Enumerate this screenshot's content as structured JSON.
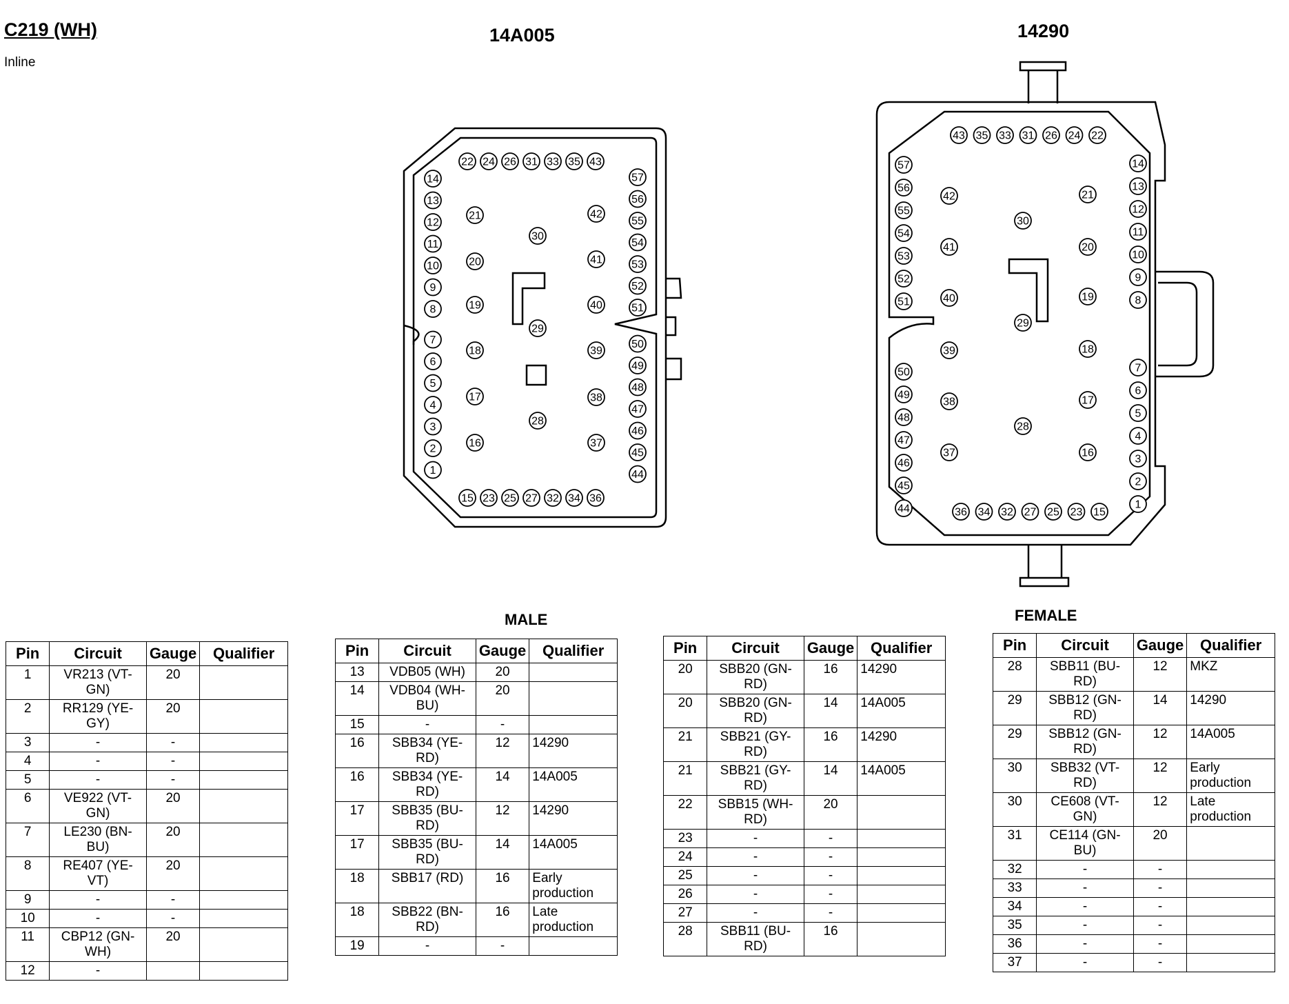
{
  "header": {
    "title": "C219 (WH)",
    "subtitle": "Inline"
  },
  "connectors": {
    "left_label": "14A005",
    "right_label": "14290",
    "male_label": "MALE",
    "female_label": "FEMALE"
  },
  "pins": {
    "left_top": [
      "22",
      "24",
      "26",
      "31",
      "33",
      "35",
      "43"
    ],
    "left_bottom": [
      "15",
      "23",
      "25",
      "27",
      "32",
      "34",
      "36"
    ],
    "left_leftcol": [
      "14",
      "13",
      "12",
      "11",
      "10",
      "9",
      "8",
      "7",
      "6",
      "5",
      "4",
      "3",
      "2",
      "1"
    ],
    "left_rightcol": [
      "57",
      "56",
      "55",
      "54",
      "53",
      "52",
      "51",
      "50",
      "49",
      "48",
      "47",
      "46",
      "45",
      "44"
    ],
    "left_inner": [
      "21",
      "20",
      "19",
      "18",
      "17",
      "16",
      "42",
      "41",
      "40",
      "39",
      "38",
      "37",
      "30",
      "29",
      "28"
    ],
    "right_top": [
      "43",
      "35",
      "33",
      "31",
      "26",
      "24",
      "22"
    ],
    "right_bottom": [
      "36",
      "34",
      "32",
      "27",
      "25",
      "23",
      "15"
    ],
    "right_leftcol": [
      "57",
      "56",
      "55",
      "54",
      "53",
      "52",
      "51",
      "50",
      "49",
      "48",
      "47",
      "46",
      "45",
      "44"
    ],
    "right_rightcol": [
      "14",
      "13",
      "12",
      "11",
      "10",
      "9",
      "8",
      "7",
      "6",
      "5",
      "4",
      "3",
      "2",
      "1"
    ],
    "right_inner": [
      "42",
      "41",
      "40",
      "39",
      "38",
      "37",
      "21",
      "20",
      "19",
      "18",
      "17",
      "16",
      "30",
      "29",
      "28"
    ]
  },
  "table_headers": {
    "pin": "Pin",
    "circuit": "Circuit",
    "gauge": "Gauge",
    "qualifier": "Qualifier"
  },
  "tables": [
    {
      "rows": [
        {
          "pin": "1",
          "circuit": "VR213 (VT-GN)",
          "gauge": "20",
          "qualifier": ""
        },
        {
          "pin": "2",
          "circuit": "RR129 (YE-GY)",
          "gauge": "20",
          "qualifier": ""
        },
        {
          "pin": "3",
          "circuit": "-",
          "gauge": "-",
          "qualifier": ""
        },
        {
          "pin": "4",
          "circuit": "-",
          "gauge": "-",
          "qualifier": ""
        },
        {
          "pin": "5",
          "circuit": "-",
          "gauge": "-",
          "qualifier": ""
        },
        {
          "pin": "6",
          "circuit": "VE922 (VT-GN)",
          "gauge": "20",
          "qualifier": ""
        },
        {
          "pin": "7",
          "circuit": "LE230 (BN-BU)",
          "gauge": "20",
          "qualifier": ""
        },
        {
          "pin": "8",
          "circuit": "RE407 (YE-VT)",
          "gauge": "20",
          "qualifier": ""
        },
        {
          "pin": "9",
          "circuit": "-",
          "gauge": "-",
          "qualifier": ""
        },
        {
          "pin": "10",
          "circuit": "-",
          "gauge": "-",
          "qualifier": ""
        },
        {
          "pin": "11",
          "circuit": "CBP12 (GN-WH)",
          "gauge": "20",
          "qualifier": ""
        },
        {
          "pin": "12",
          "circuit": "-",
          "gauge": "",
          "qualifier": ""
        }
      ]
    },
    {
      "rows": [
        {
          "pin": "13",
          "circuit": "VDB05 (WH)",
          "gauge": "20",
          "qualifier": ""
        },
        {
          "pin": "14",
          "circuit": "VDB04 (WH-BU)",
          "gauge": "20",
          "qualifier": ""
        },
        {
          "pin": "15",
          "circuit": "-",
          "gauge": "-",
          "qualifier": ""
        },
        {
          "pin": "16",
          "circuit": "SBB34 (YE-RD)",
          "gauge": "12",
          "qualifier": "14290"
        },
        {
          "pin": "16",
          "circuit": "SBB34 (YE-RD)",
          "gauge": "14",
          "qualifier": "14A005"
        },
        {
          "pin": "17",
          "circuit": "SBB35 (BU-RD)",
          "gauge": "12",
          "qualifier": "14290"
        },
        {
          "pin": "17",
          "circuit": "SBB35 (BU-RD)",
          "gauge": "14",
          "qualifier": "14A005"
        },
        {
          "pin": "18",
          "circuit": "SBB17 (RD)",
          "gauge": "16",
          "qualifier": "Early production"
        },
        {
          "pin": "18",
          "circuit": "SBB22 (BN-RD)",
          "gauge": "16",
          "qualifier": "Late production"
        },
        {
          "pin": "19",
          "circuit": "-",
          "gauge": "-",
          "qualifier": ""
        }
      ]
    },
    {
      "rows": [
        {
          "pin": "20",
          "circuit": "SBB20 (GN-RD)",
          "gauge": "16",
          "qualifier": "14290"
        },
        {
          "pin": "20",
          "circuit": "SBB20 (GN-RD)",
          "gauge": "14",
          "qualifier": "14A005"
        },
        {
          "pin": "21",
          "circuit": "SBB21 (GY-RD)",
          "gauge": "16",
          "qualifier": "14290"
        },
        {
          "pin": "21",
          "circuit": "SBB21 (GY-RD)",
          "gauge": "14",
          "qualifier": "14A005"
        },
        {
          "pin": "22",
          "circuit": "SBB15 (WH-RD)",
          "gauge": "20",
          "qualifier": ""
        },
        {
          "pin": "23",
          "circuit": "-",
          "gauge": "-",
          "qualifier": ""
        },
        {
          "pin": "24",
          "circuit": "-",
          "gauge": "-",
          "qualifier": ""
        },
        {
          "pin": "25",
          "circuit": "-",
          "gauge": "-",
          "qualifier": ""
        },
        {
          "pin": "26",
          "circuit": "-",
          "gauge": "-",
          "qualifier": ""
        },
        {
          "pin": "27",
          "circuit": "-",
          "gauge": "-",
          "qualifier": ""
        },
        {
          "pin": "28",
          "circuit": "SBB11 (BU-RD)",
          "gauge": "16",
          "qualifier": ""
        }
      ]
    },
    {
      "rows": [
        {
          "pin": "28",
          "circuit": "SBB11 (BU-RD)",
          "gauge": "12",
          "qualifier": "MKZ"
        },
        {
          "pin": "29",
          "circuit": "SBB12 (GN-RD)",
          "gauge": "14",
          "qualifier": "14290"
        },
        {
          "pin": "29",
          "circuit": "SBB12 (GN-RD)",
          "gauge": "12",
          "qualifier": "14A005"
        },
        {
          "pin": "30",
          "circuit": "SBB32 (VT-RD)",
          "gauge": "12",
          "qualifier": "Early production"
        },
        {
          "pin": "30",
          "circuit": "CE608 (VT-GN)",
          "gauge": "12",
          "qualifier": "Late production"
        },
        {
          "pin": "31",
          "circuit": "CE114 (GN-BU)",
          "gauge": "20",
          "qualifier": ""
        },
        {
          "pin": "32",
          "circuit": "-",
          "gauge": "-",
          "qualifier": ""
        },
        {
          "pin": "33",
          "circuit": "-",
          "gauge": "-",
          "qualifier": ""
        },
        {
          "pin": "34",
          "circuit": "-",
          "gauge": "-",
          "qualifier": ""
        },
        {
          "pin": "35",
          "circuit": "-",
          "gauge": "-",
          "qualifier": ""
        },
        {
          "pin": "36",
          "circuit": "-",
          "gauge": "-",
          "qualifier": ""
        },
        {
          "pin": "37",
          "circuit": "-",
          "gauge": "-",
          "qualifier": ""
        }
      ]
    }
  ]
}
